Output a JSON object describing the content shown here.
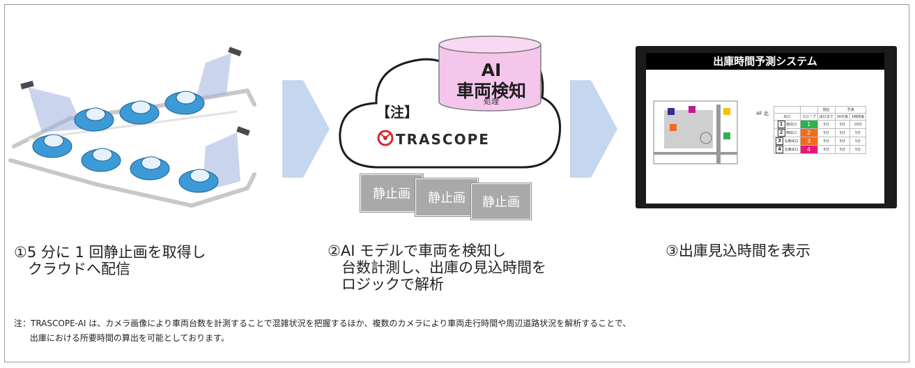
{
  "cloud": {
    "note_mark": "【注】",
    "brand": "TRASCOPE",
    "ai_title_line1": "AI",
    "ai_title_line2": "車両検知",
    "ai_sub": "処理"
  },
  "still_images": [
    "静止画",
    "静止画",
    "静止画"
  ],
  "monitor": {
    "title": "出庫時間予測システム",
    "floor": "4F 北",
    "table": {
      "headers_top": [
        "",
        "",
        "現在",
        "予測",
        ""
      ],
      "headers": [
        "出口",
        "スロープ",
        "出口まで",
        "30分後",
        "1時間後"
      ],
      "rows": [
        {
          "num": "1",
          "name": "南出口",
          "slope": "1",
          "color": "#2bb24c",
          "now": "5分",
          "m30": "5分",
          "h1": "10分"
        },
        {
          "num": "2",
          "name": "西出口",
          "slope": "2",
          "color": "#f26b1d",
          "now": "5分",
          "m30": "5分",
          "h1": "5分"
        },
        {
          "num": "3",
          "name": "北西出口",
          "slope": "3",
          "color": "#f26b1d",
          "now": "5分",
          "m30": "5分",
          "h1": "5分"
        },
        {
          "num": "4",
          "name": "北東出口",
          "slope": "4",
          "color": "#e6197a",
          "now": "5分",
          "m30": "5分",
          "h1": "5分"
        }
      ]
    }
  },
  "steps": {
    "step1": "①5 分に 1 回静止画を取得し\n   クラウドへ配信",
    "step2": "②AI モデルで車両を検知し\n   台数計測し、出庫の見込時間を\n   ロジックで解析",
    "step3": "③出庫見込時間を表示"
  },
  "note": "注：TRASCOPE-AI は、カメラ画像により車両台数を計測することで混雑状況を把握するほか、複数のカメラにより車両走行時間や周辺道路状況を解析することで、\n      出庫における所要時間の算出を可能としております。",
  "colors": {
    "chevron": "#c5d7ee",
    "camera_beam": "#9fb3df",
    "car": "#3c9ad6",
    "db_pink": "#f5c6ec",
    "trascope_red": "#d9262b"
  }
}
